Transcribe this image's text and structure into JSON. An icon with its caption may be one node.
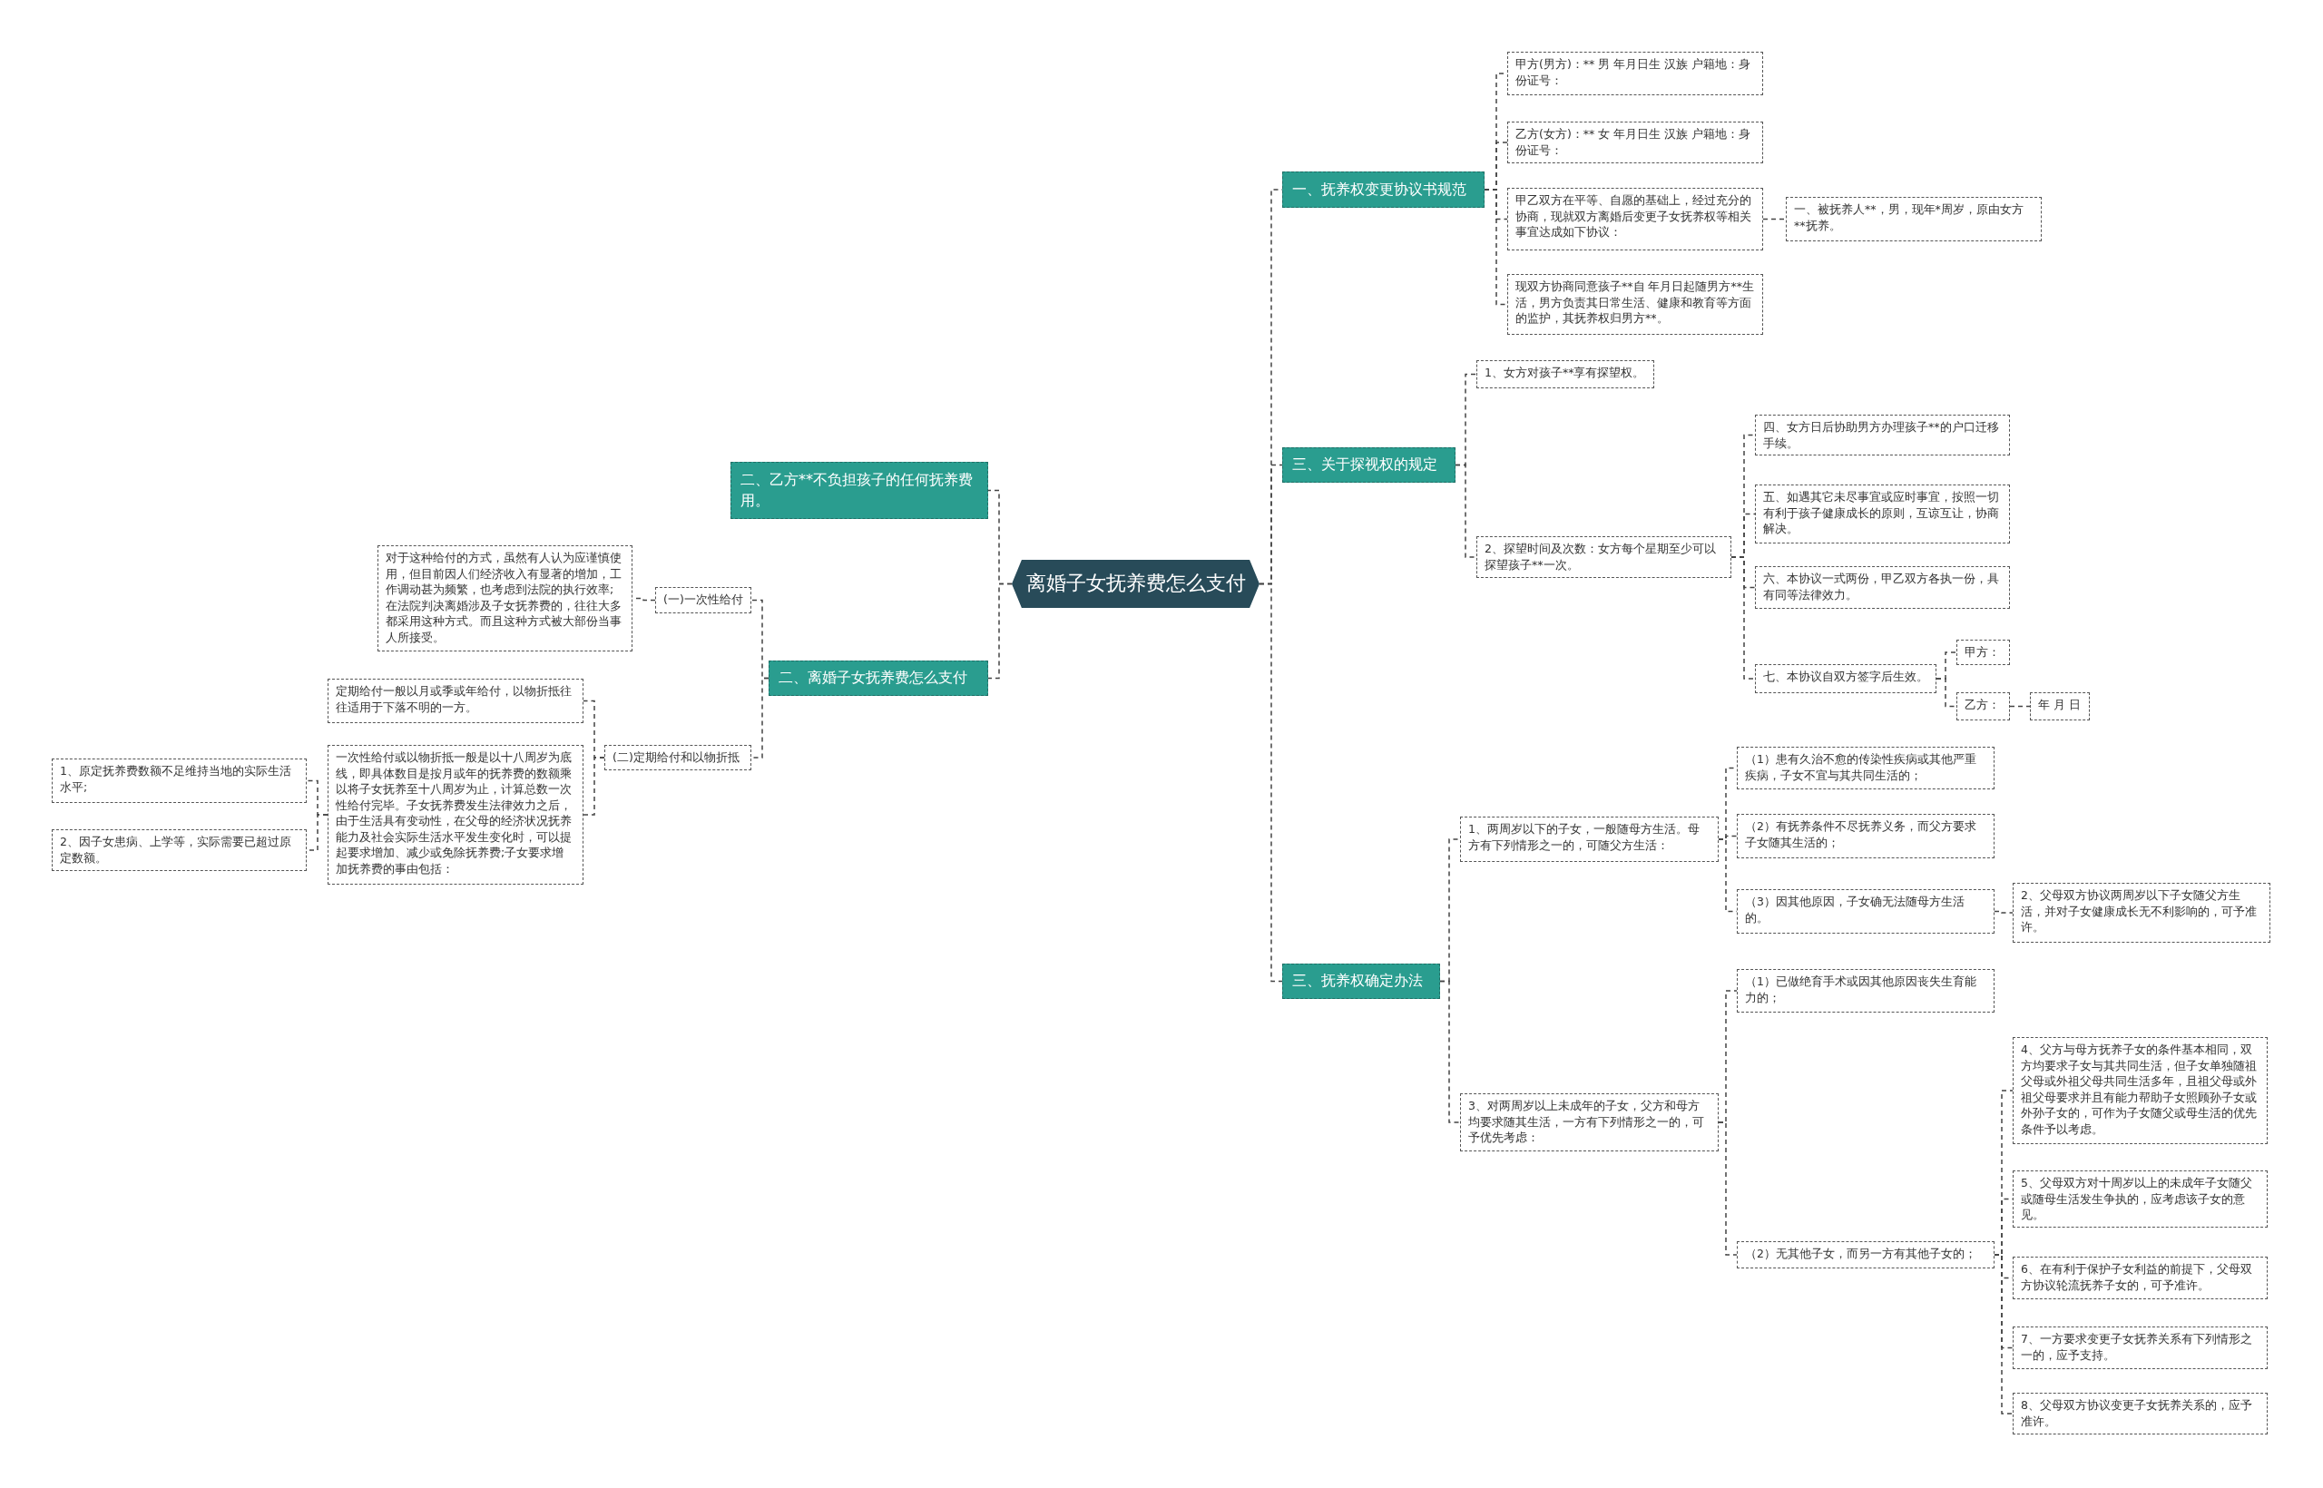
{
  "diagram": {
    "nodes": [
      {
        "text": [
          "离婚子女抚养费怎么支付"
        ]
      },
      {
        "text": [
          "二、乙方**不负担孩子的任何抚养费用。"
        ]
      },
      {
        "text": [
          "二、离婚子女抚养费怎么支付"
        ]
      },
      {
        "text": [
          "(一)一次性给付"
        ]
      },
      {
        "text": [
          "对于这种给付的方式，虽然有人认为应谨慎使用，但目前因人们经济收入有显著的增加，工作调动甚为频繁，也考虑到法院的执行效率;在法院判决离婚涉及子女抚养费的，往往大多都采用这种方式。而且这种方式被大部份当事人所接受。"
        ]
      },
      {
        "text": [
          "(二)定期给付和以物折抵"
        ]
      },
      {
        "text": [
          "定期给付一般以月或季或年给付，以物折抵往往适用于下落不明的一方。"
        ]
      },
      {
        "text": [
          "一次性给付或以物折抵一般是以十八周岁为底线，即具体数目是按月或年的抚养费的数额乘以将子女抚养至十八周岁为止，计算总数一次性给付完毕。子女抚养费发生法律效力之后，由于生活具有变动性，在父母的经济状况抚养能力及社会实际生活水平发生变化时，可以提起要求增加、减少或免除抚养费;子女要求增加抚养费的事由包括："
        ]
      },
      {
        "text": [
          "1、原定抚养费数额不足维持当地的实际生活水平;"
        ]
      },
      {
        "text": [
          "2、因子女患病、上学等，实际需要已超过原定数额。"
        ]
      },
      {
        "text": [
          "一、抚养权变更协议书规范"
        ]
      },
      {
        "text": [
          "甲方(男方)：** 男 年月日生 汉族 户籍地：身份证号："
        ]
      },
      {
        "text": [
          "乙方(女方)：** 女 年月日生 汉族 户籍地：身份证号："
        ]
      },
      {
        "text": [
          "甲乙双方在平等、自愿的基础上，经过充分的协商，现就双方离婚后变更子女抚养权等相关事宜达成如下协议："
        ]
      },
      {
        "text": [
          "一、被抚养人**，男，现年*周岁，原由女方**抚养。"
        ]
      },
      {
        "text": [
          "现双方协商同意孩子**自 年月日起随男方**生活，男方负责其日常生活、健康和教育等方面的监护，其抚养权归男方**。"
        ]
      },
      {
        "text": [
          "三、关于探视权的规定"
        ]
      },
      {
        "text": [
          "1、女方对孩子**享有探望权。"
        ]
      },
      {
        "text": [
          "2、探望时间及次数：女方每个星期至少可以探望孩子**一次。"
        ]
      },
      {
        "text": [
          "四、女方日后协助男方办理孩子**的户口迁移手续。"
        ]
      },
      {
        "text": [
          "五、如遇其它未尽事宜或应时事宜，按照一切有利于孩子健康成长的原则，互谅互让，协商解决。"
        ]
      },
      {
        "text": [
          "六、本协议一式两份，甲乙双方各执一份，具有同等法律效力。"
        ]
      },
      {
        "text": [
          "七、本协议自双方签字后生效。"
        ]
      },
      {
        "text": [
          "甲方："
        ]
      },
      {
        "text": [
          "乙方："
        ]
      },
      {
        "text": [
          "年 月 日"
        ]
      },
      {
        "text": [
          "三、抚养权确定办法"
        ]
      },
      {
        "text": [
          "1、两周岁以下的子女，一般随母方生活。母方有下列情形之一的，可随父方生活："
        ]
      },
      {
        "text": [
          "（1）患有久治不愈的传染性疾病或其他严重疾病，子女不宜与其共同生活的；"
        ]
      },
      {
        "text": [
          "（2）有抚养条件不尽抚养义务，而父方要求子女随其生活的；"
        ]
      },
      {
        "text": [
          "（3）因其他原因，子女确无法随母方生活的。"
        ]
      },
      {
        "text": [
          "2、父母双方协议两周岁以下子女随父方生活，并对子女健康成长无不利影响的，可予准许。"
        ]
      },
      {
        "text": [
          "3、对两周岁以上未成年的子女，父方和母方均要求随其生活，一方有下列情形之一的，可予优先考虑："
        ]
      },
      {
        "text": [
          "（1）已做绝育手术或因其他原因丧失生育能力的；"
        ]
      },
      {
        "text": [
          "（2）无其他子女，而另一方有其他子女的；"
        ]
      },
      {
        "text": [
          "4、父方与母方抚养子女的条件基本相同，双方均要求子女与其共同生活，但子女单独随祖父母或外祖父母共同生活多年，且祖父母或外祖父母要求并且有能力帮助子女照顾孙子女或外孙子女的，可作为子女随父或母生活的优先条件予以考虑。"
        ]
      },
      {
        "text": [
          "5、父母双方对十周岁以上的未成年子女随父或随母生活发生争执的，应考虑该子女的意见。"
        ]
      },
      {
        "text": [
          "6、在有利于保护子女利益的前提下，父母双方协议轮流抚养子女的，可予准许。"
        ]
      },
      {
        "text": [
          "7、一方要求变更子女抚养关系有下列情形之一的，应予支持。"
        ]
      },
      {
        "text": [
          "8、父母双方协议变更子女抚养关系的，应予准许。"
        ]
      }
    ],
    "edges": [
      {
        "from": 0,
        "to": 1,
        "arrow": "none"
      },
      {
        "from": 0,
        "to": 2,
        "arrow": "none"
      },
      {
        "from": 2,
        "to": 3,
        "arrow": "none"
      },
      {
        "from": 3,
        "to": 4,
        "arrow": "none"
      },
      {
        "from": 2,
        "to": 5,
        "arrow": "none"
      },
      {
        "from": 5,
        "to": 6,
        "arrow": "none"
      },
      {
        "from": 5,
        "to": 7,
        "arrow": "none"
      },
      {
        "from": 7,
        "to": 8,
        "arrow": "none"
      },
      {
        "from": 7,
        "to": 9,
        "arrow": "none"
      },
      {
        "from": 0,
        "to": 10,
        "arrow": "none"
      },
      {
        "from": 10,
        "to": 11,
        "arrow": "none"
      },
      {
        "from": 10,
        "to": 12,
        "arrow": "none"
      },
      {
        "from": 10,
        "to": 13,
        "arrow": "none"
      },
      {
        "from": 13,
        "to": 14,
        "arrow": "none"
      },
      {
        "from": 10,
        "to": 15,
        "arrow": "none"
      },
      {
        "from": 0,
        "to": 16,
        "arrow": "none"
      },
      {
        "from": 16,
        "to": 17,
        "arrow": "none"
      },
      {
        "from": 16,
        "to": 18,
        "arrow": "none"
      },
      {
        "from": 18,
        "to": 19,
        "arrow": "none"
      },
      {
        "from": 18,
        "to": 20,
        "arrow": "none"
      },
      {
        "from": 18,
        "to": 21,
        "arrow": "none"
      },
      {
        "from": 18,
        "to": 22,
        "arrow": "none"
      },
      {
        "from": 22,
        "to": 23,
        "arrow": "none"
      },
      {
        "from": 22,
        "to": 24,
        "arrow": "none"
      },
      {
        "from": 24,
        "to": 25,
        "arrow": "none"
      },
      {
        "from": 0,
        "to": 26,
        "arrow": "none"
      },
      {
        "from": 26,
        "to": 27,
        "arrow": "none"
      },
      {
        "from": 27,
        "to": 28,
        "arrow": "none"
      },
      {
        "from": 27,
        "to": 29,
        "arrow": "none"
      },
      {
        "from": 27,
        "to": 30,
        "arrow": "none"
      },
      {
        "from": 30,
        "to": 31,
        "arrow": "none"
      },
      {
        "from": 26,
        "to": 32,
        "arrow": "none"
      },
      {
        "from": 32,
        "to": 33,
        "arrow": "none"
      },
      {
        "from": 32,
        "to": 34,
        "arrow": "none"
      },
      {
        "from": 34,
        "to": 35,
        "arrow": "none"
      },
      {
        "from": 34,
        "to": 36,
        "arrow": "none"
      },
      {
        "from": 34,
        "to": 37,
        "arrow": "none"
      },
      {
        "from": 34,
        "to": 38,
        "arrow": "none"
      },
      {
        "from": 34,
        "to": 39,
        "arrow": "none"
      }
    ]
  }
}
